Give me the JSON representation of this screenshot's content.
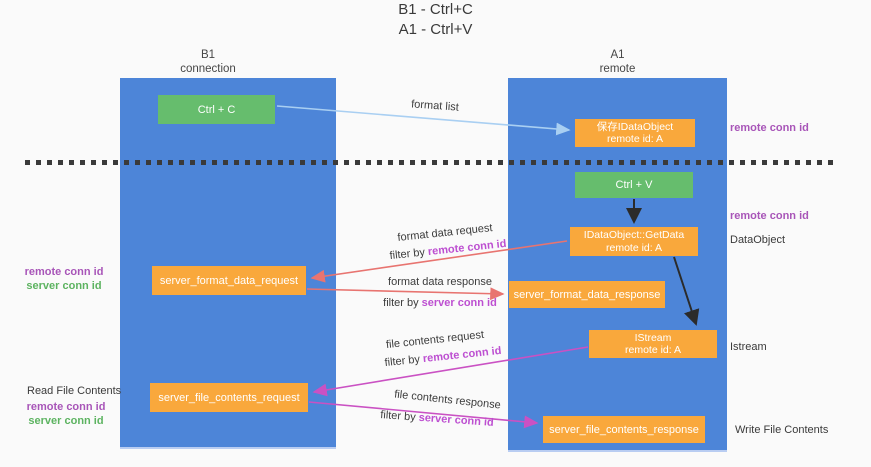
{
  "title": {
    "line1": "B1 - Ctrl+C",
    "line2": "A1 - Ctrl+V"
  },
  "lanes": {
    "left": {
      "name": "B1",
      "role": "connection"
    },
    "right": {
      "name": "A1",
      "role": "remote"
    }
  },
  "nodes": {
    "ctrl_c": {
      "label": "Ctrl + C"
    },
    "ctrl_v": {
      "label": "Ctrl + V"
    },
    "store_idataobject": {
      "line1": "保存IDataObject",
      "line2": "remote id: A"
    },
    "getdata": {
      "line1": "IDataObject::GetData",
      "line2": "remote id: A"
    },
    "istream": {
      "line1": "IStream",
      "line2": "remote id: A"
    },
    "server_format_data_request": {
      "label": "server_format_data_request"
    },
    "server_format_data_response": {
      "label": "server_format_data_response"
    },
    "server_file_contents_request": {
      "label": "server_file_contents_request"
    },
    "server_file_contents_response": {
      "label": "server_file_contents_response"
    }
  },
  "edge_labels": {
    "format_list": "format list",
    "format_data_request": "format data request",
    "format_data_response": "format data response",
    "file_contents_request": "file contents request",
    "file_contents_response": "file contents response",
    "filter_by": "filter by",
    "remote_conn_id": "remote conn id",
    "server_conn_id": "server conn id"
  },
  "side_labels": {
    "remote_conn_id": "remote conn id",
    "server_conn_id": "server conn id",
    "dataobject": "DataObject",
    "istream": "Istream",
    "read_file_contents": "Read File Contents",
    "write_file_contents": "Write File Contents"
  },
  "colors": {
    "background": "#fafafa",
    "lane_blue": "#4d85d8",
    "node_orange": "#f9a83c",
    "node_green": "#66bd6d",
    "arrow_salmon": "#e87470",
    "arrow_magenta": "#ca51c3",
    "arrow_lightblue": "#a9cff2",
    "arrow_black": "#2b2b2b",
    "label_purple": "#a855b8",
    "filter_highlight_purple": "#bd4fd1",
    "label_green": "#5cb360"
  }
}
